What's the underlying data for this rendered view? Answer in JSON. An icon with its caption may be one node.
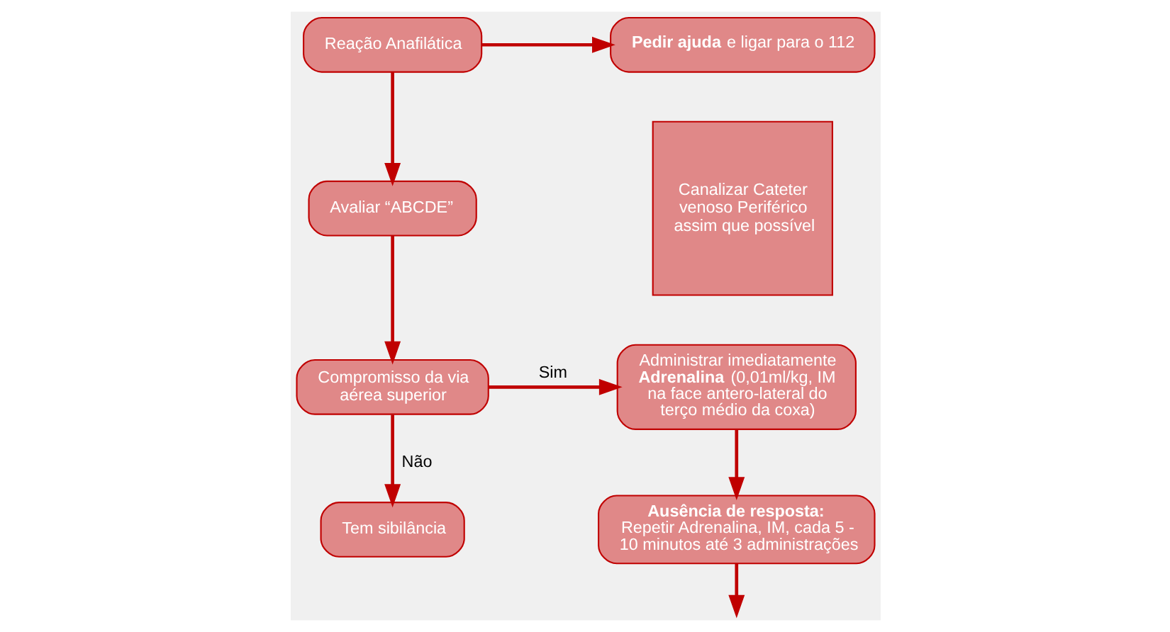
{
  "diagram": {
    "nodes": [
      {
        "text": [
          "Reação Anafilática"
        ]
      },
      {
        "text": [
          "**Pedir ajuda** e ligar para o 112"
        ]
      },
      {
        "text": [
          "Avaliar “ABCDE”"
        ]
      },
      {
        "text": [
          "Compromisso da via aérea superior"
        ]
      },
      {
        "text": [
          "Administrar imediatamente **Adrenalina** (0,01ml/kg, IM na face antero-lateral do terço médio da coxa)"
        ]
      },
      {
        "text": [
          "Tem sibilância"
        ]
      },
      {
        "text": [
          "Ausência de resposta:",
          "Repetir Adrenalina, IM, cada 5 - 10 minutos até 3 administrações"
        ]
      },
      {
        "text": [
          "Canalizar Cateter venoso Periférico assim que possível"
        ]
      }
    ],
    "edges": [
      {
        "from": 0,
        "to": 2,
        "arrow": "to"
      },
      {
        "from": 0,
        "to": 1,
        "arrow": "to"
      },
      {
        "from": 2,
        "to": 3,
        "arrow": "to"
      },
      {
        "from": 3,
        "to": 4,
        "arrow": "to",
        "label": "Sim"
      },
      {
        "from": 3,
        "to": 5,
        "arrow": "to",
        "label": "Não"
      },
      {
        "from": 4,
        "to": 6,
        "arrow": "to"
      },
      {
        "from": 6,
        "to": null,
        "arrow": "to"
      }
    ]
  }
}
